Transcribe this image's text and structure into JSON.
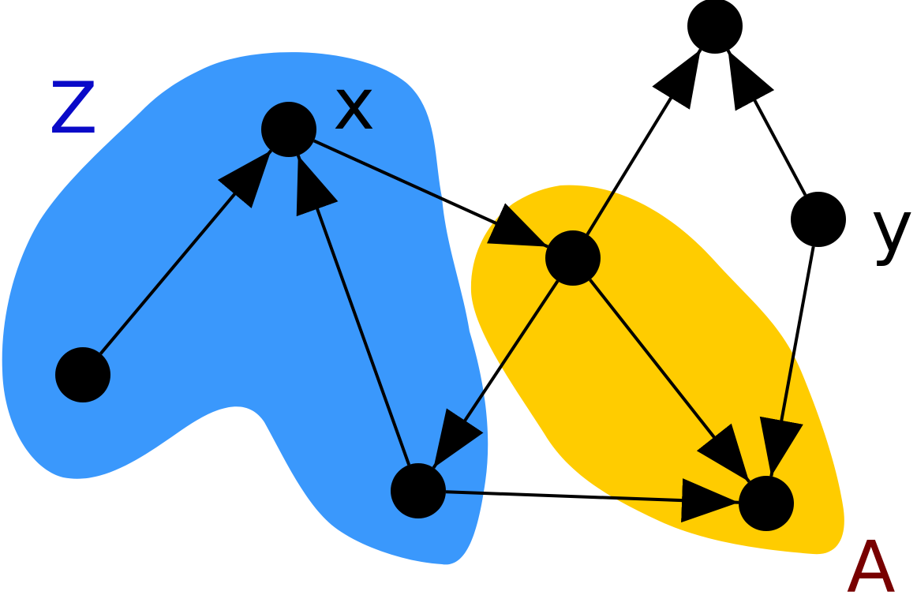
{
  "colors": {
    "background": "#ffffff",
    "region_z": "#3a98fc",
    "region_a": "#ffcc00",
    "node": "#000000",
    "edge": "#000000",
    "label_z": "#0a0ac8",
    "label_a": "#780000",
    "label_default": "#000000"
  },
  "labels": {
    "z": "Z",
    "x": "x",
    "y": "y",
    "a": "A"
  },
  "nodes": [
    "x",
    "bottom-left",
    "bottom-middle",
    "center",
    "top",
    "y",
    "bottom-right"
  ],
  "edges": [
    {
      "from": "bottom-left",
      "to": "x"
    },
    {
      "from": "bottom-middle",
      "to": "x"
    },
    {
      "from": "x",
      "to": "center"
    },
    {
      "from": "center",
      "to": "top"
    },
    {
      "from": "y",
      "to": "top"
    },
    {
      "from": "center",
      "to": "bottom-middle"
    },
    {
      "from": "center",
      "to": "bottom-right"
    },
    {
      "from": "y",
      "to": "bottom-right"
    },
    {
      "from": "bottom-middle",
      "to": "bottom-right"
    }
  ]
}
